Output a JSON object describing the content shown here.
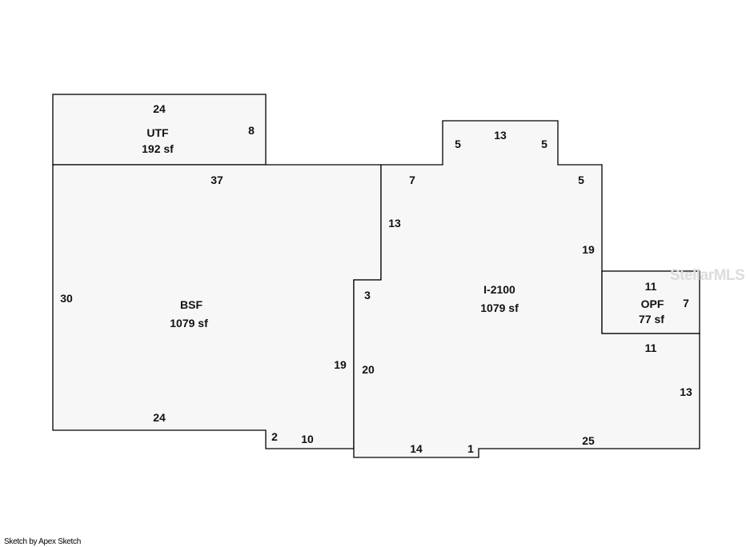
{
  "rooms": {
    "utf": {
      "name": "UTF",
      "area": "192 sf"
    },
    "bsf": {
      "name": "BSF",
      "area": "1079 sf"
    },
    "main": {
      "name": "I-2100",
      "area": "1079 sf"
    },
    "opf": {
      "name": "OPF",
      "area": "77 sf"
    }
  },
  "dimensions": {
    "utf_top": "24",
    "utf_right": "8",
    "bsf_top": "37",
    "bsf_left": "30",
    "bsf_bottom": "24",
    "bsf_step": "2",
    "bsf_bottom_right": "10",
    "bsf_right": "19",
    "main_top_left": "7",
    "main_bump_left": "5",
    "main_bump_top": "13",
    "main_bump_right": "5",
    "main_top_right": "5",
    "main_left_upper": "13",
    "main_notch": "3",
    "main_left": "20",
    "main_right_upper": "19",
    "main_bottom_left": "14",
    "main_bottom_step": "1",
    "main_bottom_right": "25",
    "opf_top": "11",
    "opf_right": "7",
    "opf_bottom": "11",
    "main_right_lower": "13"
  },
  "watermark": "StellarMLS",
  "credit": "Sketch by Apex Sketch"
}
